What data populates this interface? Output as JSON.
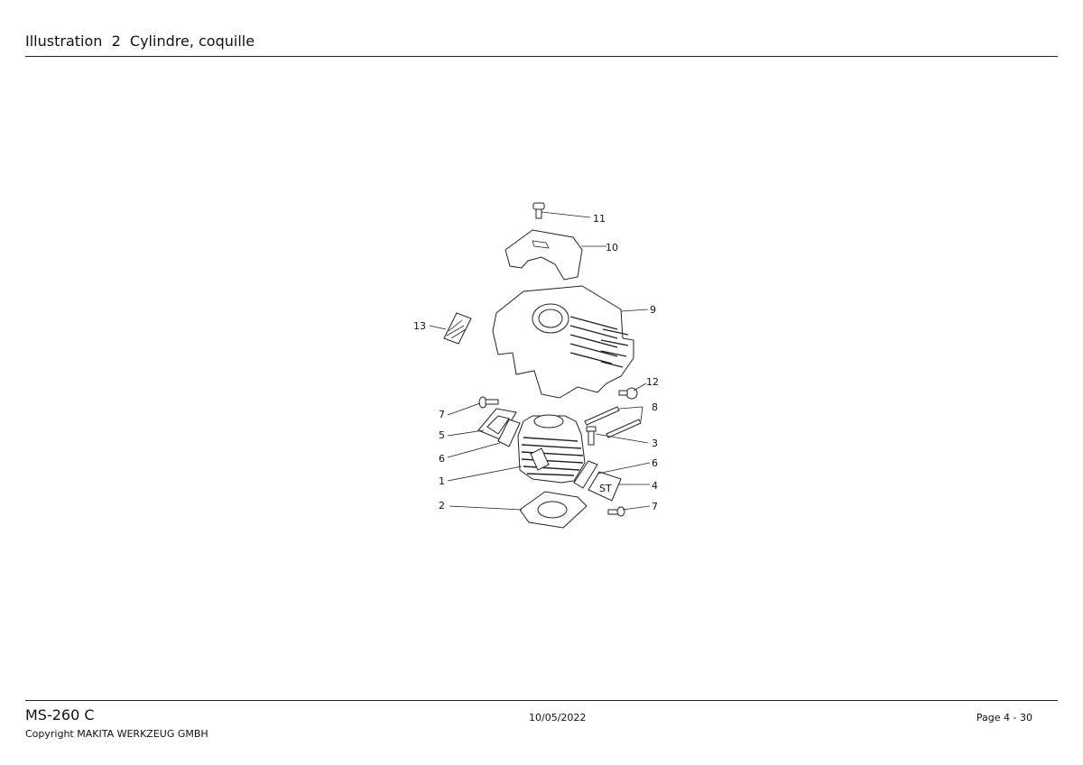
{
  "header": {
    "title": "Illustration  2  Cylindre, coquille"
  },
  "diagram": {
    "callouts": [
      "11",
      "10",
      "9",
      "13",
      "12",
      "8",
      "7",
      "5",
      "3",
      "6",
      "6",
      "1",
      "4",
      "2",
      "7"
    ],
    "label_plate_text": "ST"
  },
  "footer": {
    "model": "MS-260 C",
    "copyright": "Copyright MAKITA WERKZEUG GMBH",
    "date": "10/05/2022",
    "page": "Page 4 - 30"
  }
}
